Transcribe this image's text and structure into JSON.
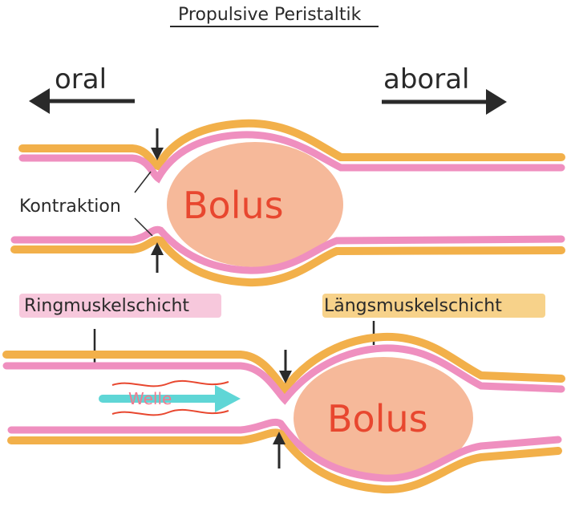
{
  "title": "Propulsive Peristaltik",
  "directions": {
    "left": "oral",
    "right": "aboral"
  },
  "labels": {
    "contraction": "Kontraktion",
    "circular_muscle": "Ringmuskelschicht",
    "longitudinal_muscle": "Längsmuskelschicht",
    "wave": "Welle"
  },
  "bolus_label": "Bolus",
  "colors": {
    "longitudinal_layer": "#f2b04a",
    "circular_layer": "#ef8fbf",
    "bolus_fill": "#f6b99a",
    "bolus_text": "#e8472f",
    "ink": "#2a2a2a",
    "wave_arrow": "#5fd6d6",
    "wave_lines": "#e8472f"
  }
}
